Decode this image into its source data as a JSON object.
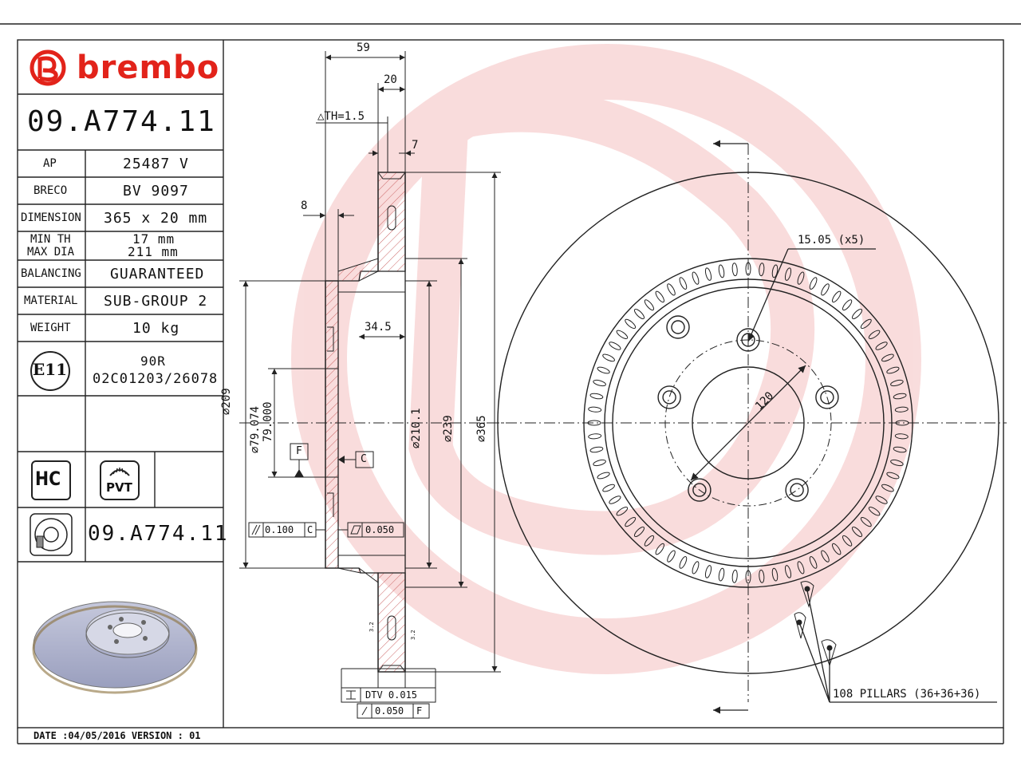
{
  "brand": {
    "name": "brembo",
    "color": "#e2231a"
  },
  "part_number": "09.A774.11",
  "specs": [
    {
      "label": "AP",
      "value": "25487 V"
    },
    {
      "label": "BRECO",
      "value": "BV 9097"
    },
    {
      "label": "DIMENSION",
      "value": "365 x 20 mm"
    }
  ],
  "min_th": {
    "label": "MIN TH",
    "value": "17 mm"
  },
  "max_dia": {
    "label": "MAX DIA",
    "value": "211 mm"
  },
  "specs2": [
    {
      "label": "BALANCING",
      "value": "GUARANTEED"
    },
    {
      "label": "MATERIAL",
      "value": "SUB-GROUP 2"
    },
    {
      "label": "WEIGHT",
      "value": "10 kg"
    }
  ],
  "approval": {
    "mark": "E11",
    "line1": "90R",
    "line2": "02C01203/26078"
  },
  "badges": {
    "hc": "HC",
    "pvt": "PVT"
  },
  "footer": {
    "part_number": "09.A774.11",
    "date_line": "DATE :04/05/2016 VERSION : 01"
  },
  "section_dims": {
    "width_59": "59",
    "width_20": "20",
    "th": "△TH=1.5",
    "width_7": "7",
    "width_8": "8",
    "depth_34_5": "34.5",
    "dia_209": "∅209",
    "dia_79_074": "∅79.074",
    "dia_79_000": "79.000",
    "dia_210_1": "∅210.1",
    "dia_239": "∅239",
    "dia_365": "∅365",
    "datum_f": "F",
    "datum_c": "C",
    "tol_parallel": "0.100",
    "tol_parallel_ref": "C",
    "tol_flat": "0.050",
    "dtv": "DTV 0.015",
    "runout": "0.050",
    "runout_ref": "F",
    "small_1": "3.2",
    "small_2": "3.2"
  },
  "front_dims": {
    "holes": "15.05 (x5)",
    "pcd": "120",
    "pillars": "108 PILLARS (36+36+36)"
  }
}
